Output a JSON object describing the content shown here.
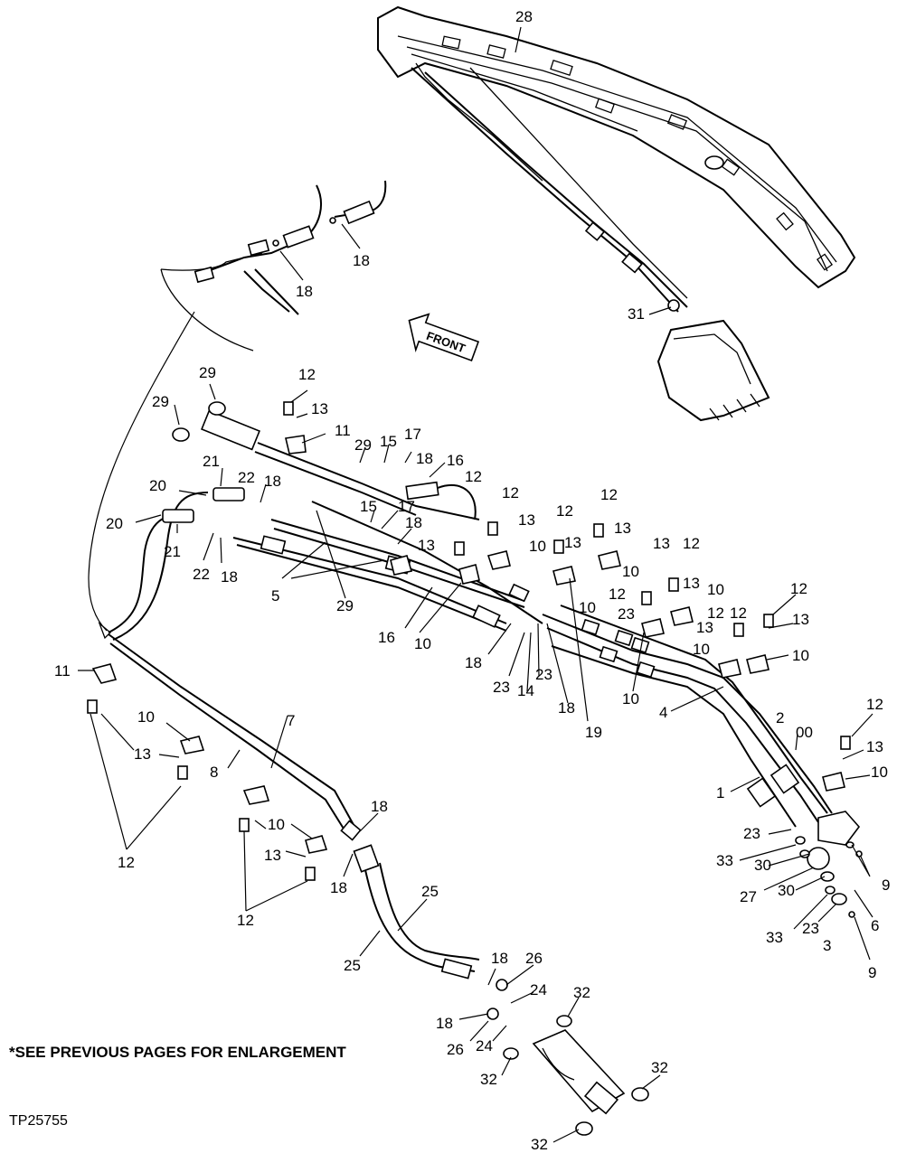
{
  "note": "*SEE PREVIOUS PAGES FOR ENLARGEMENT",
  "figure_id": "TP25755",
  "front_arrow_label": "FRONT",
  "callouts": {
    "c28": "28",
    "c31": "31",
    "c18": "18",
    "c29": "29",
    "c12": "12",
    "c13": "13",
    "c11": "11",
    "c15": "15",
    "c17": "17",
    "c16": "16",
    "c21": "21",
    "c20": "20",
    "c22": "22",
    "c5": "5",
    "c10": "10",
    "c23": "23",
    "c14": "14",
    "c19": "19",
    "c4": "4",
    "c2": "2",
    "c00": "00",
    "c1": "1",
    "c7": "7",
    "c8": "8",
    "c9": "9",
    "c33": "33",
    "c30": "30",
    "c27": "27",
    "c6": "6",
    "c3": "3",
    "c25": "25",
    "c26": "26",
    "c24": "24",
    "c32": "32"
  }
}
